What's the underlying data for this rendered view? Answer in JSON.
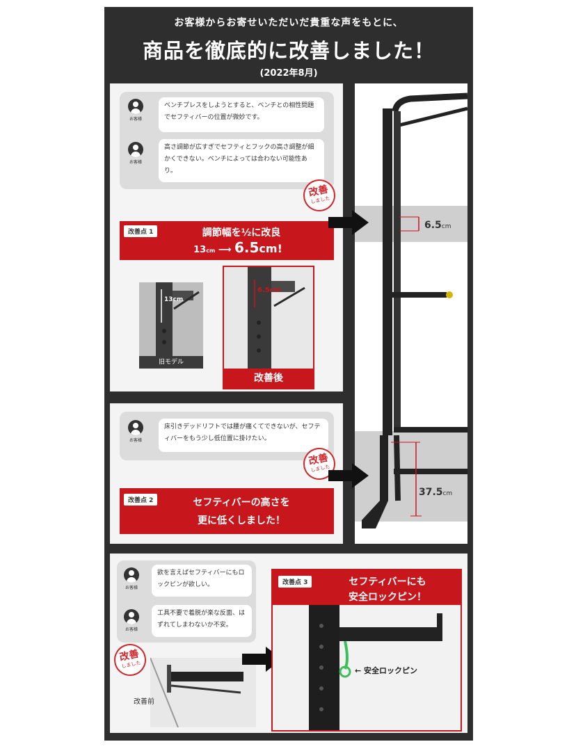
{
  "header": {
    "subtitle": "お客様からお寄せいただいだ貴重な声をもとに、",
    "title": "商品を徹底的に改善しました！",
    "date": "(2022年8月)"
  },
  "customer_label": "お客様",
  "stamp": {
    "top": "改善",
    "bottom": "しました"
  },
  "section1": {
    "comments": [
      "ベンチプレスをしようとすると、ベンチとの相性問題でセフティバーの位置が微妙です。",
      "高さ調節が広すぎでセフティとフックの高さ調整が細かくできない。ベンチによっては合わない可能性あり。"
    ],
    "point_tag": "改善点 1",
    "headline": "調節幅を½に改良",
    "from_value": "13",
    "from_unit": "cm",
    "to_value": "6.5",
    "to_unit": "cm!",
    "old_label": "旧モデル",
    "old_measure": "13cm",
    "new_label": "改善後",
    "new_measure": "6.5cm"
  },
  "section2": {
    "comments": [
      "床引きデッドリフトでは腰が痛くてできないが、セフティバーをもう少し低位置に掛けたい。"
    ],
    "point_tag": "改善点 2",
    "headline_line1": "セフティバーの高さを",
    "headline_line2": "更に低くしました！"
  },
  "rack_measures": {
    "top_value": "6.5",
    "top_unit": "cm",
    "bottom_value": "37.5",
    "bottom_unit": "cm"
  },
  "section3": {
    "comments": [
      "欲を言えばセフティバーにもロックピンが欲しい。",
      "工具不要で着脱が楽な反面、はずれてしまわないか不安。"
    ],
    "before_label": "改善前",
    "point_tag": "改善点 3",
    "headline_line1": "セフティバーにも",
    "headline_line2": "安全ロックピン！",
    "pin_label": "← 安全ロックピン"
  },
  "colors": {
    "accent": "#c8161d",
    "dark": "#2e2e2e",
    "panel": "#f4f4f4"
  }
}
